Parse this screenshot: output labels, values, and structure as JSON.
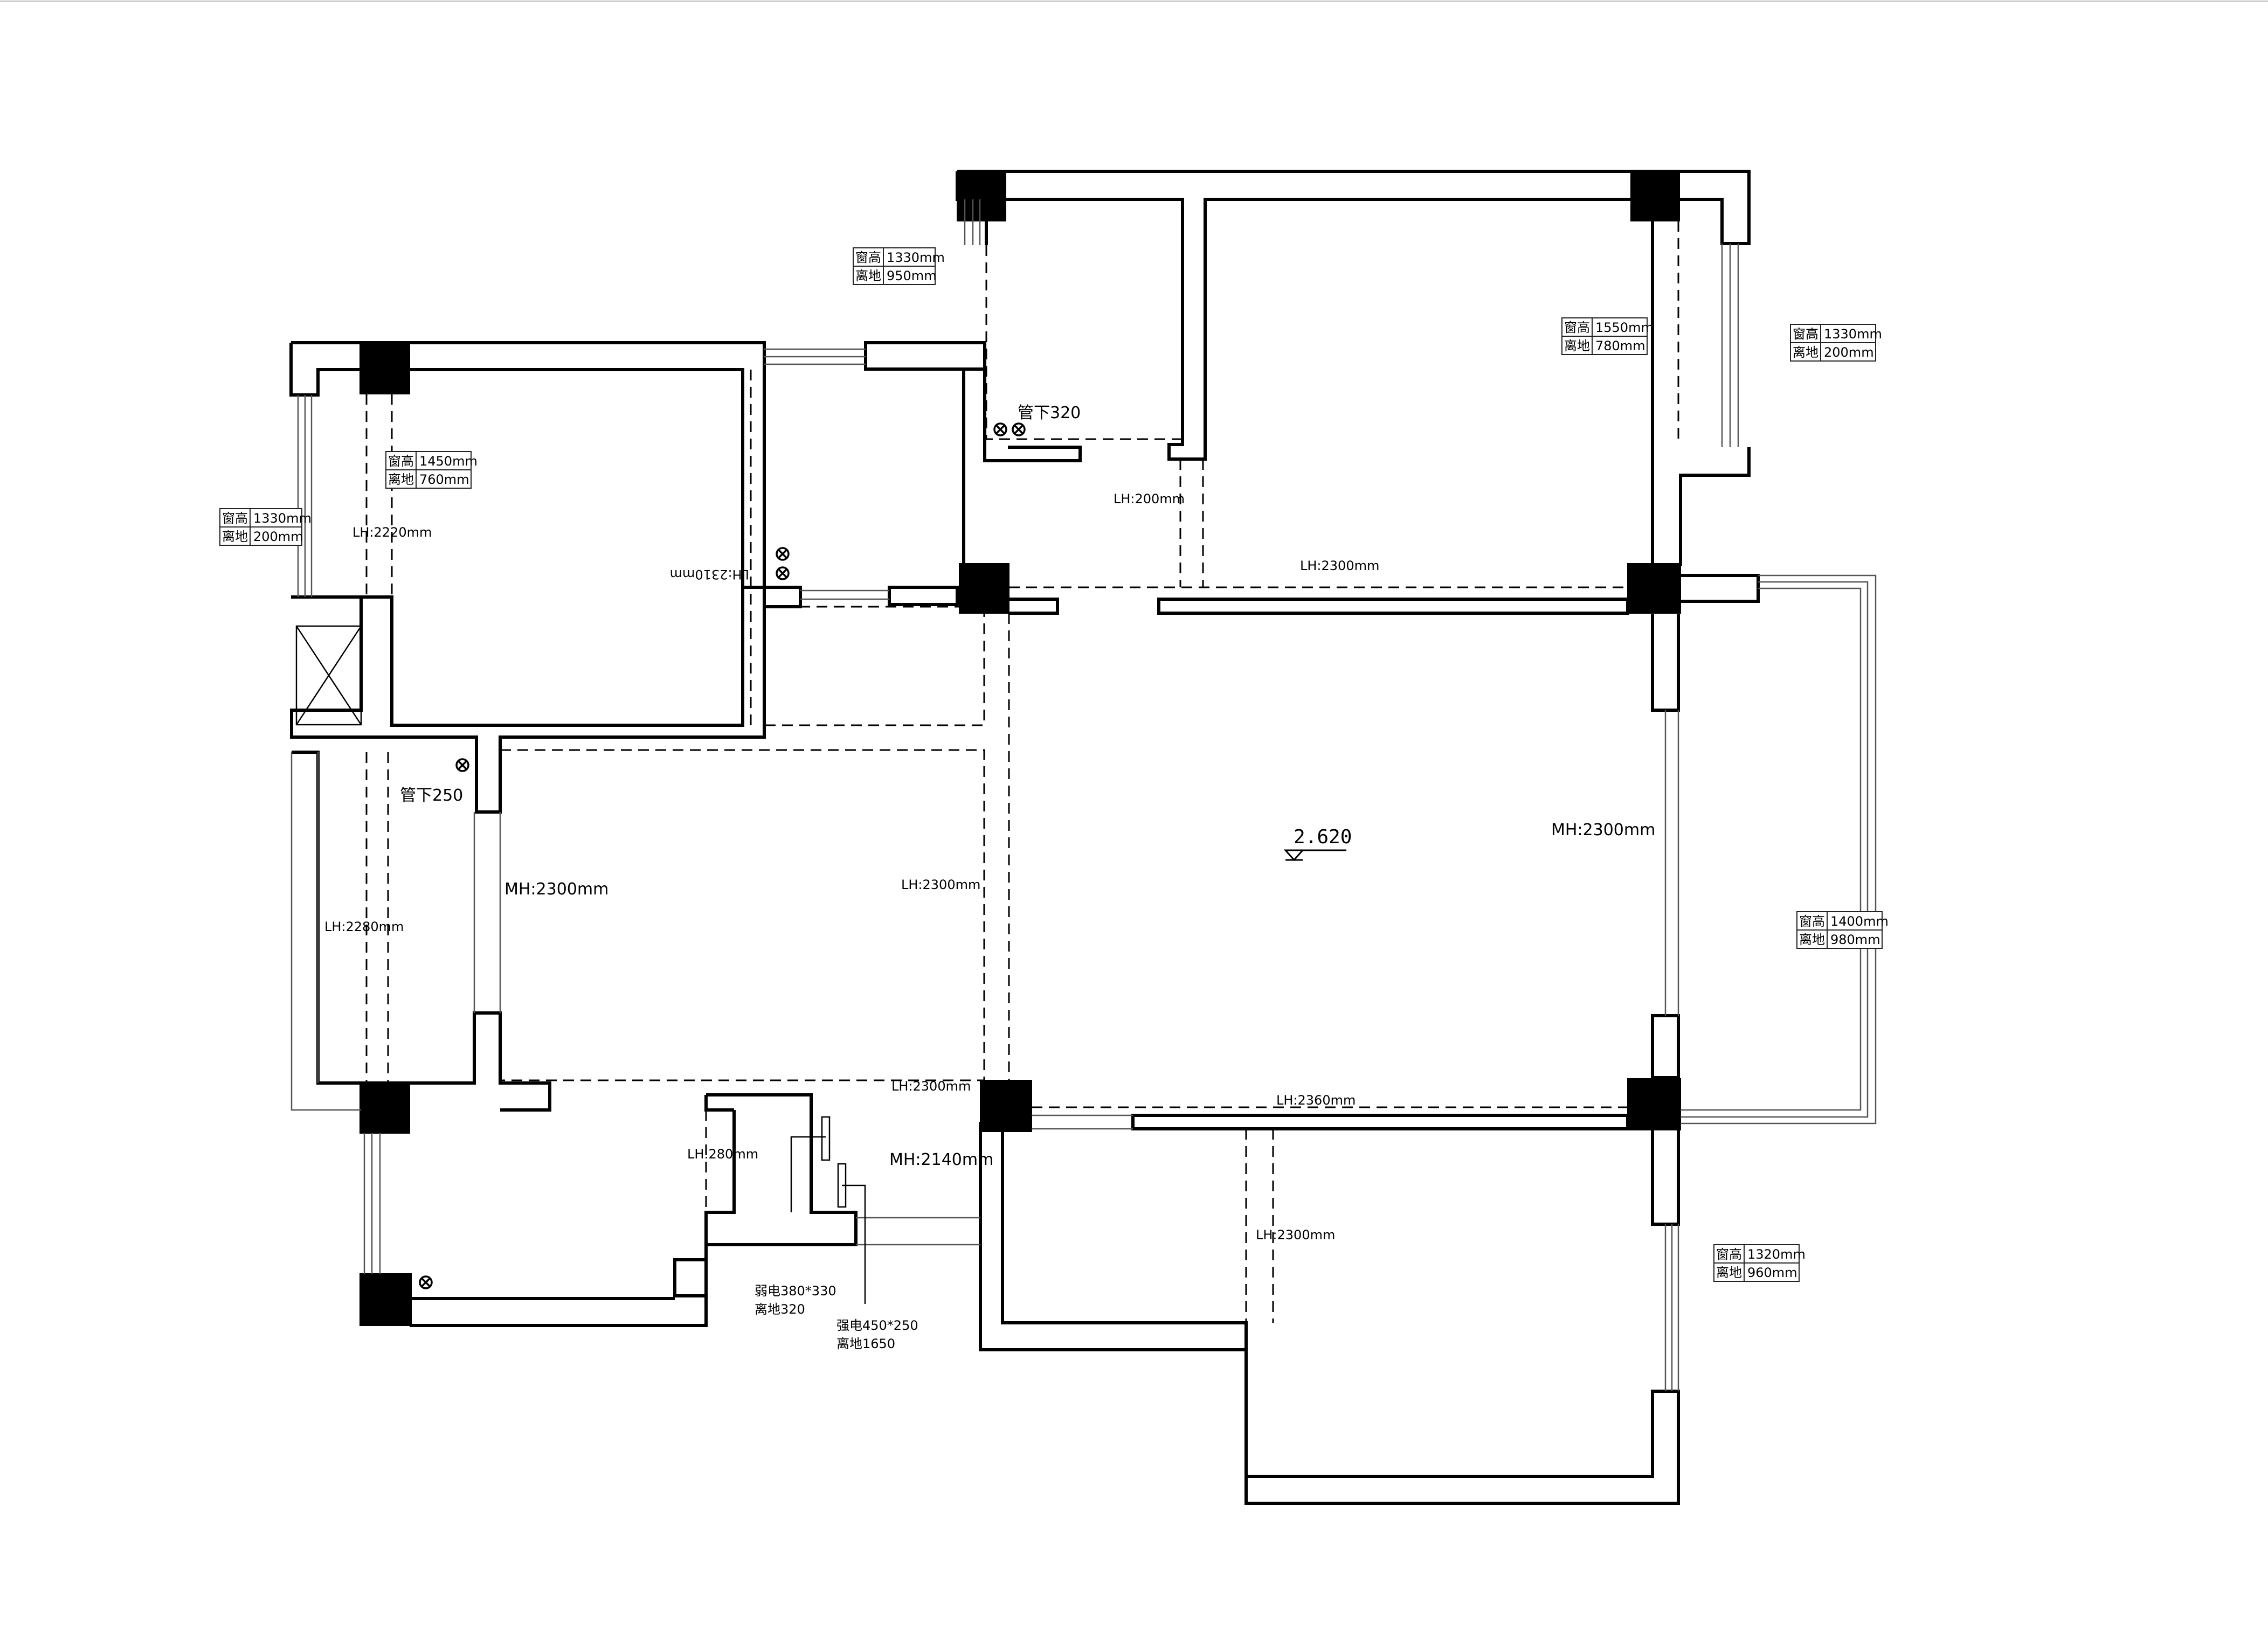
{
  "plan": {
    "elevation": "2.620",
    "windows": [
      {
        "id": "w-top-center",
        "height_label": "窗高",
        "height": "1330mm",
        "sill_label": "离地",
        "sill": "950mm"
      },
      {
        "id": "w-left",
        "height_label": "窗高",
        "height": "1330mm",
        "sill_label": "离地",
        "sill": "200mm"
      },
      {
        "id": "w-bedroom-nw",
        "height_label": "窗高",
        "height": "1450mm",
        "sill_label": "离地",
        "sill": "760mm"
      },
      {
        "id": "w-bedroom-ne",
        "height_label": "窗高",
        "height": "1550mm",
        "sill_label": "离地",
        "sill": "780mm"
      },
      {
        "id": "w-east-top",
        "height_label": "窗高",
        "height": "1330mm",
        "sill_label": "离地",
        "sill": "200mm"
      },
      {
        "id": "w-east-balcony",
        "height_label": "窗高",
        "height": "1400mm",
        "sill_label": "离地",
        "sill": "980mm"
      },
      {
        "id": "w-southeast",
        "height_label": "窗高",
        "height": "1320mm",
        "sill_label": "离地",
        "sill": "960mm"
      }
    ],
    "heights": {
      "lh_2220": "LH:2220mm",
      "lh_2310": "LH:2310mm",
      "lh_200": "LH:200mm",
      "lh_2300_top": "LH:2300mm",
      "lh_2300_mid": "LH:2300mm",
      "lh_2300_low": "LH:2300mm",
      "lh_2300_se": "LH:2300mm",
      "lh_2280": "LH:2280mm",
      "lh_280": "LH:280mm",
      "lh_2360": "LH:2360mm",
      "mh_2300_left": "MH:2300mm",
      "mh_2300_right": "MH:2300mm",
      "mh_2140": "MH:2140mm"
    },
    "pipes": {
      "pipe_320": "管下320",
      "pipe_250": "管下250"
    },
    "electric": {
      "weak_size": "弱电380*330",
      "weak_height": "离地320",
      "strong_size": "强电450*250",
      "strong_height": "离地1650"
    }
  }
}
